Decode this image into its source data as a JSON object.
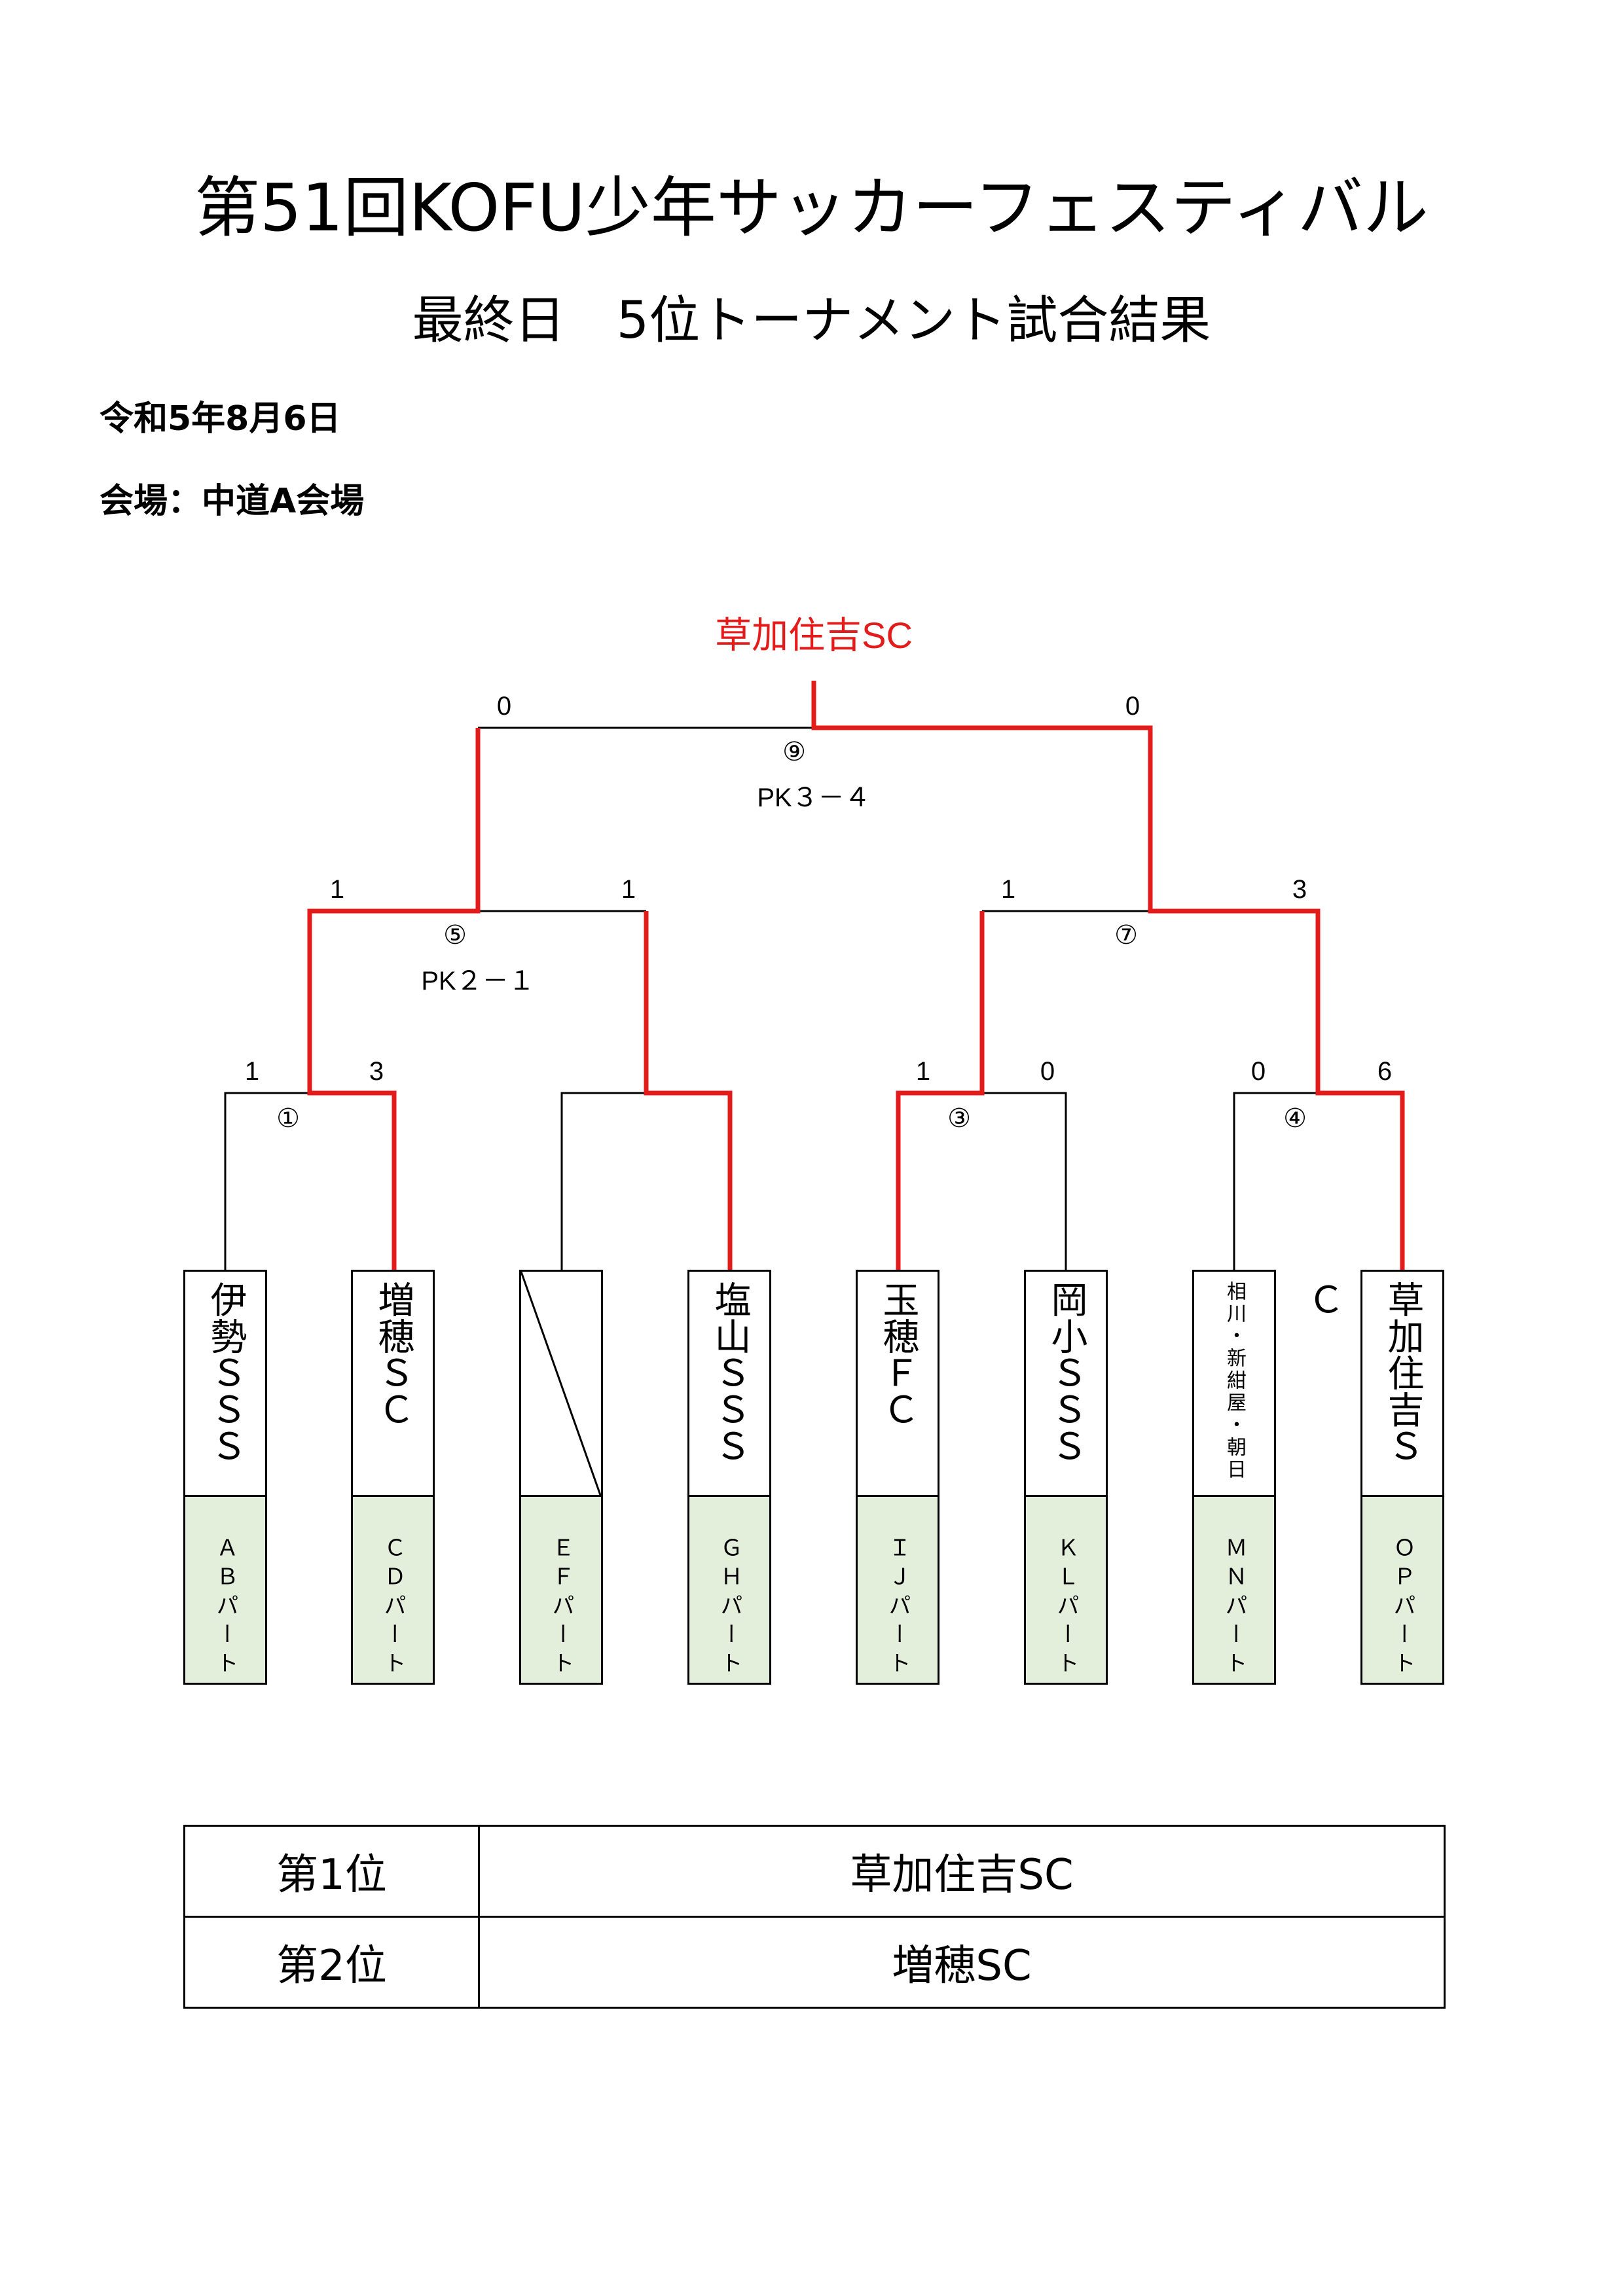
{
  "header": {
    "title": "第51回KOFU少年サッカーフェスティバル",
    "subtitle": "最終日　5位トーナメント試合結果",
    "date": "令和5年8月6日",
    "venue": "会場：中道A会場"
  },
  "bracket": {
    "champion": "草加住吉SC",
    "teams": [
      {
        "name": "伊勢ＳＳＳ",
        "part": "ＡＢパート"
      },
      {
        "name": "増穂ＳＣ",
        "part": "ＣＤパート"
      },
      {
        "name": "",
        "part": "ＥＦパート"
      },
      {
        "name": "塩山ＳＳＳ",
        "part": "ＧＨパート"
      },
      {
        "name": "玉穂ＦＣ",
        "part": "ＩＪパート"
      },
      {
        "name": "岡小ＳＳＳ",
        "part": "ＫＬパート"
      },
      {
        "name": "相川・新紺屋・朝日",
        "part": "ＭＮパート"
      },
      {
        "name": "草加住吉ＳＣ",
        "part": "ＯＰパート"
      }
    ],
    "matches": [
      {
        "no": "①",
        "left_score": "1",
        "right_score": "3",
        "pk": ""
      },
      {
        "no": "③",
        "left_score": "1",
        "right_score": "0",
        "pk": ""
      },
      {
        "no": "④",
        "left_score": "0",
        "right_score": "6",
        "pk": ""
      },
      {
        "no": "⑤",
        "left_score": "1",
        "right_score": "1",
        "pk": "PK２－１"
      },
      {
        "no": "⑦",
        "left_score": "1",
        "right_score": "3",
        "pk": ""
      },
      {
        "no": "⑨",
        "left_score": "0",
        "right_score": "0",
        "pk": "PK３－４"
      }
    ],
    "colors": {
      "winner_line": "#e31b1b",
      "line": "#000000",
      "part_bg": "#e3eedb"
    }
  },
  "results": [
    {
      "rank": "第1位",
      "team": "草加住吉SC"
    },
    {
      "rank": "第2位",
      "team": "増穂SC"
    }
  ]
}
